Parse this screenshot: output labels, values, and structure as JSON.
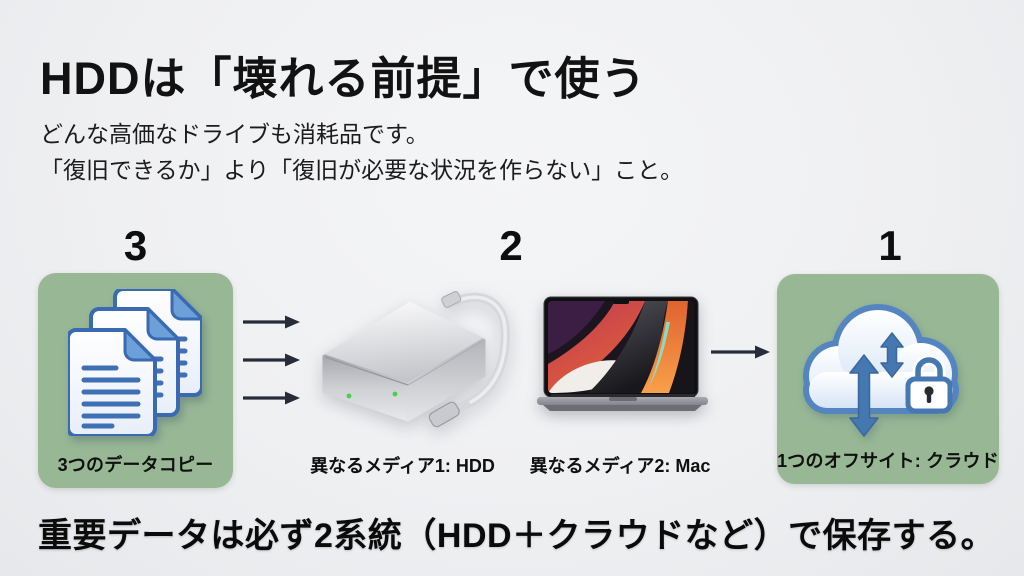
{
  "slide": {
    "title": "HDDは「壊れる前提」で使う",
    "subtitle": [
      "どんな高価なドライブも消耗品です。",
      "「復旧できるか」より「復旧が必要な状況を作らない」こと。"
    ],
    "conclusion": "重要データは必ず2系統（HDD＋クラウドなど）で保存する。"
  },
  "rule321": {
    "copies": {
      "number": "3",
      "label": "3つのデータコピー",
      "icon": "stacked-documents-icon"
    },
    "media": {
      "number": "2",
      "hdd_label": "異なるメディア1: HDD",
      "mac_label": "異なるメディア2: Mac",
      "icons": [
        "external-hdd-icon",
        "macbook-icon"
      ]
    },
    "offsite": {
      "number": "1",
      "label": "1つのオフサイト: クラウド",
      "icon": "cloud-sync-lock-icon"
    }
  },
  "colors": {
    "background": "#eff0f2",
    "panel_green": "#97b795",
    "text": "#121212",
    "arrow_dark": "#272c38",
    "document_blue": "#3a6ab2",
    "cloud_blue": "#4577b0",
    "led_green": "#46d14b"
  }
}
